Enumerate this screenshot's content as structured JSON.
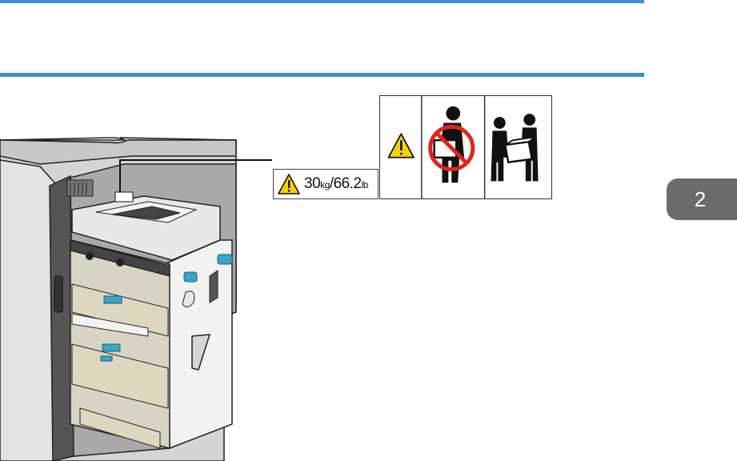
{
  "page": {
    "accent_color": "#3b8fd4",
    "chapter_tab": {
      "number": "2",
      "color": "#6b6b6b"
    }
  },
  "weight_label": {
    "value": "30",
    "unit_metric": "kg",
    "separator": "/",
    "value_imperial": "66.2",
    "unit_imperial": "lb",
    "warning_icon": "warning-triangle-icon"
  },
  "warning_panel": {
    "icons": [
      "warning-triangle-icon",
      "no-single-person-lift-icon",
      "two-person-lift-icon"
    ]
  },
  "illustration": {
    "subject": "machine-unit-illustration",
    "accent_color": "#3aa6c9"
  }
}
